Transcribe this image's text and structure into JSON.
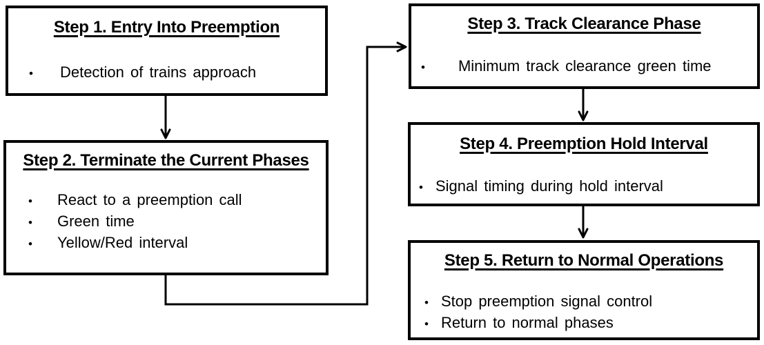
{
  "glyphs": {
    "bullet": "•"
  },
  "flowchart": {
    "steps": [
      {
        "id": "step-1",
        "title": "Step 1. Entry Into Preemption",
        "bullets": [
          "Detection of trains approach"
        ]
      },
      {
        "id": "step-2",
        "title": "Step 2. Terminate the Current Phases",
        "bullets": [
          "React to a preemption call",
          "Green time",
          "Yellow/Red interval"
        ]
      },
      {
        "id": "step-3",
        "title": "Step 3. Track Clearance Phase",
        "bullets": [
          "Minimum track clearance green time"
        ]
      },
      {
        "id": "step-4",
        "title": "Step 4. Preemption Hold Interval",
        "bullets": [
          "Signal timing during hold interval"
        ]
      },
      {
        "id": "step-5",
        "title": "Step 5. Return to Normal Operations",
        "bullets": [
          "Stop preemption signal control",
          "Return to normal phases"
        ]
      }
    ],
    "connections": [
      {
        "from": "step-1",
        "to": "step-2"
      },
      {
        "from": "step-2",
        "to": "step-3"
      },
      {
        "from": "step-3",
        "to": "step-4"
      },
      {
        "from": "step-4",
        "to": "step-5"
      }
    ],
    "colors": {
      "line": "#000000",
      "background": "#ffffff",
      "text": "#000000"
    }
  }
}
